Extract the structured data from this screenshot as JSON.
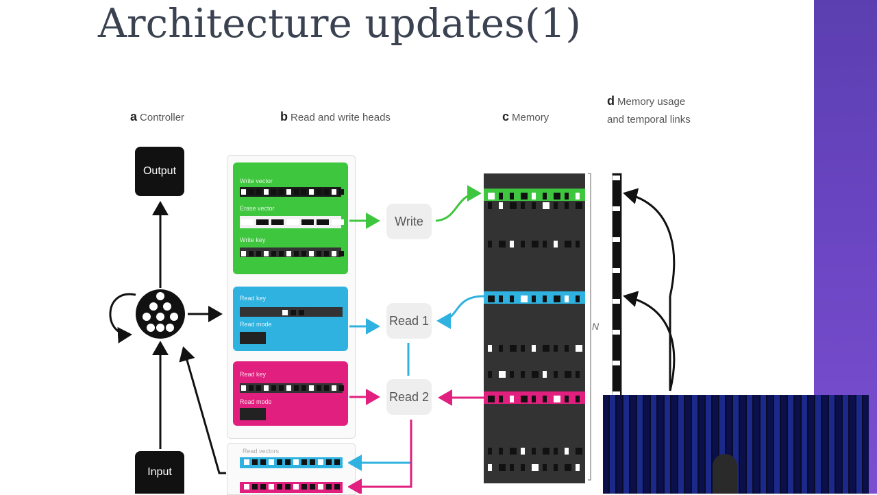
{
  "slide": {
    "title": "Architecture updates(1)"
  },
  "sections": {
    "a": {
      "letter": "a",
      "label": "Controller"
    },
    "b": {
      "letter": "b",
      "label": "Read and write heads"
    },
    "c": {
      "letter": "c",
      "label": "Memory"
    },
    "d": {
      "letter": "d",
      "label_line1": "Memory usage",
      "label_line2": "and temporal links"
    }
  },
  "controller": {
    "output_label": "Output",
    "input_label": "Input"
  },
  "write_head": {
    "write_vector_label": "Write vector",
    "erase_vector_label": "Erase vector",
    "write_key_label": "Write key"
  },
  "read_head_1": {
    "read_key_label": "Read key",
    "read_mode_label": "Read mode"
  },
  "read_head_2": {
    "read_key_label": "Read key",
    "read_mode_label": "Read mode"
  },
  "read_vectors_label": "Read vectors",
  "operations": {
    "write": "Write",
    "read1": "Read 1",
    "read2": "Read 2"
  },
  "memory": {
    "size_label": "N"
  },
  "colors": {
    "write": "#3ec63e",
    "read1": "#2fb2e0",
    "read2": "#e01f7e",
    "memory_bg": "#333333",
    "purple_sidebar": "#6a45c2"
  }
}
